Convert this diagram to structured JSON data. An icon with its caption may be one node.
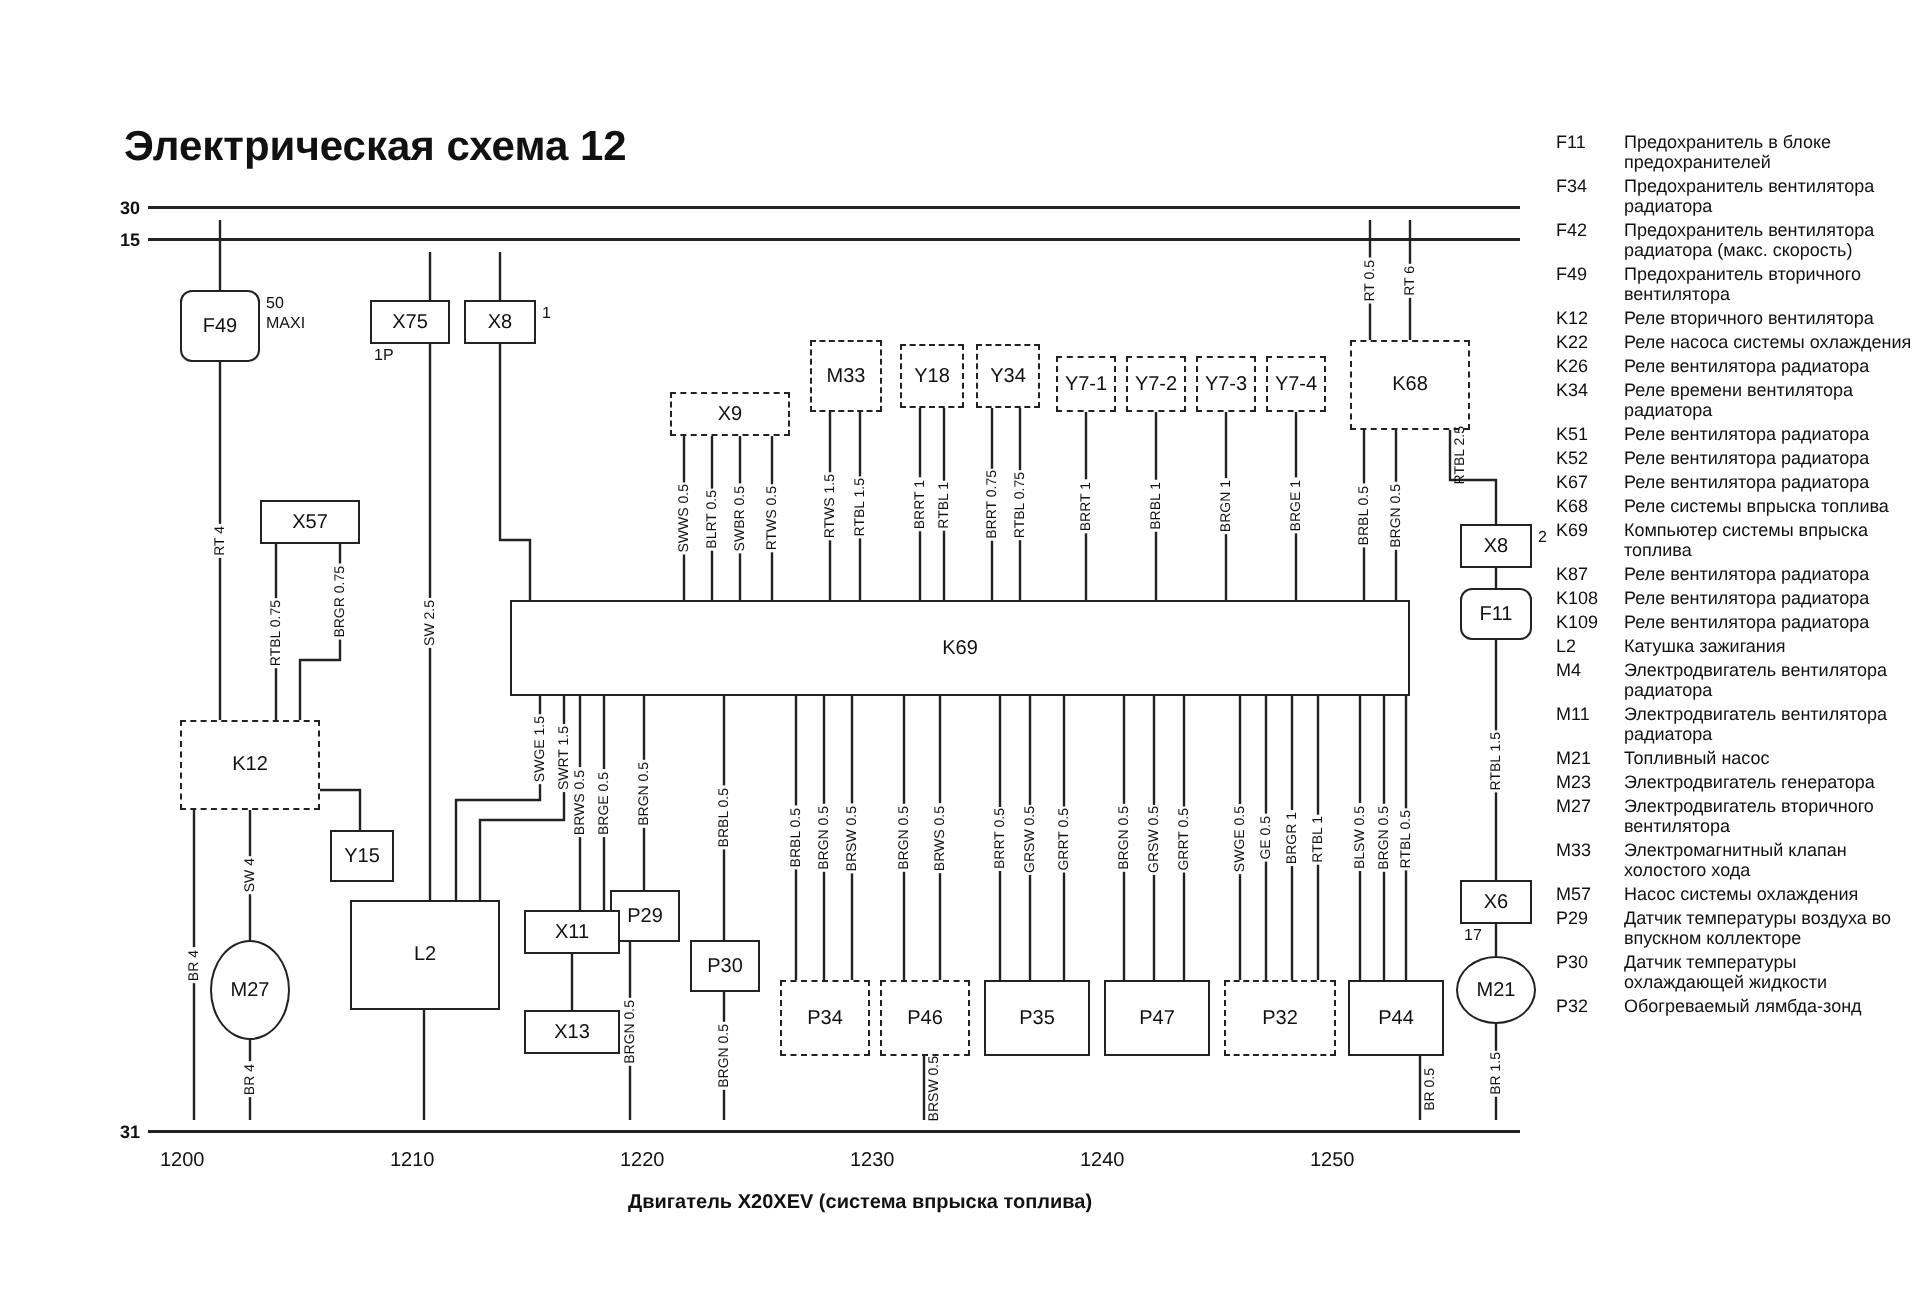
{
  "diagram": {
    "title": "Электрическая схема 12",
    "caption": "Двигатель X20XEV (система впрыска топлива)",
    "nodes": [
      {
        "text": [
          "30"
        ]
      },
      {
        "text": [
          "15"
        ]
      },
      {
        "text": [
          "31"
        ]
      },
      {
        "text": [
          "F49"
        ],
        "beside": [
          "50",
          "MAXI"
        ]
      },
      {
        "text": [
          "K12"
        ]
      },
      {
        "text": [
          "M27"
        ]
      },
      {
        "text": [
          "Y15"
        ]
      },
      {
        "text": [
          "X57"
        ]
      },
      {
        "text": [
          "K69"
        ]
      },
      {
        "text": [
          "L2"
        ]
      },
      {
        "text": [
          "P29"
        ]
      },
      {
        "text": [
          "P30"
        ]
      },
      {
        "text": [
          "X11"
        ]
      },
      {
        "text": [
          "X13"
        ]
      },
      {
        "text": [
          "P34"
        ]
      },
      {
        "text": [
          "P46"
        ]
      },
      {
        "text": [
          "P35"
        ]
      },
      {
        "text": [
          "P47"
        ]
      },
      {
        "text": [
          "P32"
        ]
      },
      {
        "text": [
          "P44"
        ]
      },
      {
        "text": [
          "M33"
        ]
      },
      {
        "text": [
          "Y18"
        ]
      },
      {
        "text": [
          "Y34"
        ]
      },
      {
        "text": [
          "Y7-1"
        ]
      },
      {
        "text": [
          "Y7-2"
        ]
      },
      {
        "text": [
          "Y7-3"
        ]
      },
      {
        "text": [
          "Y7-4"
        ]
      },
      {
        "text": [
          "K68"
        ]
      },
      {
        "text": [
          "X8"
        ],
        "beside": [
          "2"
        ]
      },
      {
        "text": [
          "F11"
        ]
      },
      {
        "text": [
          "X6"
        ],
        "beside": [
          "17"
        ]
      },
      {
        "text": [
          "M21"
        ]
      },
      {
        "text": [
          "X9"
        ]
      },
      {
        "text": [
          "X75"
        ],
        "beside": [
          "1P"
        ]
      },
      {
        "text": [
          "X8"
        ],
        "beside": [
          "1"
        ]
      }
    ],
    "edges": [
      {
        "from": 0,
        "to": 3,
        "arrow": "none"
      },
      {
        "from": 3,
        "to": 4,
        "arrow": "none",
        "label": "RT 4"
      },
      {
        "from": 4,
        "to": 5,
        "arrow": "none",
        "label": "SW 4"
      },
      {
        "from": 5,
        "to": 2,
        "arrow": "none",
        "label": "BR 4"
      },
      {
        "from": 4,
        "to": 2,
        "arrow": "none",
        "label": "BR 4"
      },
      {
        "from": 7,
        "to": 4,
        "arrow": "none",
        "label": "RTBL 0.75"
      },
      {
        "from": 7,
        "to": 4,
        "arrow": "none",
        "label": "BRGR 0.75"
      },
      {
        "from": 4,
        "to": 6,
        "arrow": "none"
      },
      {
        "from": 1,
        "to": 33,
        "arrow": "none"
      },
      {
        "from": 33,
        "to": 9,
        "arrow": "none",
        "label": "SW 2.5"
      },
      {
        "from": 1,
        "to": 34,
        "arrow": "none"
      },
      {
        "from": 34,
        "to": 8,
        "arrow": "none"
      },
      {
        "from": 8,
        "to": 9,
        "arrow": "none",
        "label": "SWGE 1.5"
      },
      {
        "from": 8,
        "to": 9,
        "arrow": "none",
        "label": "SWRT 1.5"
      },
      {
        "from": 9,
        "to": 2,
        "arrow": "none"
      },
      {
        "from": 8,
        "to": 12,
        "arrow": "none",
        "label": "BRWS 0.5"
      },
      {
        "from": 8,
        "to": 12,
        "arrow": "none",
        "label": "BRGE 0.5"
      },
      {
        "from": 12,
        "to": 13,
        "arrow": "none"
      },
      {
        "from": 8,
        "to": 10,
        "arrow": "none",
        "label": "BRGN 0.5"
      },
      {
        "from": 10,
        "to": 2,
        "arrow": "none",
        "label": "BRGN 0.5"
      },
      {
        "from": 8,
        "to": 11,
        "arrow": "none",
        "label": "BRBL 0.5"
      },
      {
        "from": 11,
        "to": 2,
        "arrow": "none",
        "label": "BRGN 0.5"
      },
      {
        "from": 8,
        "to": 14,
        "arrow": "none",
        "label": "BRBL 0.5"
      },
      {
        "from": 8,
        "to": 14,
        "arrow": "none",
        "label": "BRGN 0.5"
      },
      {
        "from": 8,
        "to": 14,
        "arrow": "none",
        "label": "BRSW 0.5"
      },
      {
        "from": 8,
        "to": 15,
        "arrow": "none",
        "label": "BRGN 0.5"
      },
      {
        "from": 8,
        "to": 15,
        "arrow": "none",
        "label": "BRWS 0.5"
      },
      {
        "from": 8,
        "to": 16,
        "arrow": "none",
        "label": "BRRT 0.5"
      },
      {
        "from": 8,
        "to": 16,
        "arrow": "none",
        "label": "GRSW 0.5"
      },
      {
        "from": 8,
        "to": 16,
        "arrow": "none",
        "label": "GRRT 0.5"
      },
      {
        "from": 8,
        "to": 17,
        "arrow": "none",
        "label": "BRGN 0.5"
      },
      {
        "from": 8,
        "to": 17,
        "arrow": "none",
        "label": "GRSW 0.5"
      },
      {
        "from": 8,
        "to": 17,
        "arrow": "none",
        "label": "GRRT 0.5"
      },
      {
        "from": 8,
        "to": 18,
        "arrow": "none",
        "label": "SWGE 0.5"
      },
      {
        "from": 8,
        "to": 18,
        "arrow": "none",
        "label": "GE 0.5"
      },
      {
        "from": 8,
        "to": 18,
        "arrow": "none",
        "label": "BRGR 1"
      },
      {
        "from": 8,
        "to": 18,
        "arrow": "none",
        "label": "RTBL 1"
      },
      {
        "from": 8,
        "to": 19,
        "arrow": "none",
        "label": "BLSW 0.5"
      },
      {
        "from": 8,
        "to": 19,
        "arrow": "none",
        "label": "BRGN 0.5"
      },
      {
        "from": 8,
        "to": 19,
        "arrow": "none",
        "label": "RTBL 0.5"
      },
      {
        "from": 19,
        "to": 2,
        "arrow": "none",
        "label": "BR 0.5"
      },
      {
        "from": 15,
        "to": 2,
        "arrow": "none",
        "label": "BRSW 0.5"
      },
      {
        "from": 20,
        "to": 8,
        "arrow": "none",
        "label": "RTWS 1.5"
      },
      {
        "from": 20,
        "to": 8,
        "arrow": "none",
        "label": "RTBL 1.5"
      },
      {
        "from": 32,
        "to": 8,
        "arrow": "none",
        "label": "SWWS 0.5"
      },
      {
        "from": 32,
        "to": 8,
        "arrow": "none",
        "label": "BLRT 0.5"
      },
      {
        "from": 32,
        "to": 8,
        "arrow": "none",
        "label": "SWBR 0.5"
      },
      {
        "from": 32,
        "to": 8,
        "arrow": "none",
        "label": "RTWS 0.5"
      },
      {
        "from": 21,
        "to": 8,
        "arrow": "none",
        "label": "BRRT 1"
      },
      {
        "from": 21,
        "to": 8,
        "arrow": "none",
        "label": "RTBL 1"
      },
      {
        "from": 22,
        "to": 8,
        "arrow": "none",
        "label": "BRRT 0.75"
      },
      {
        "from": 22,
        "to": 8,
        "arrow": "none",
        "label": "RTBL 0.75"
      },
      {
        "from": 23,
        "to": 8,
        "arrow": "none",
        "label": "BRRT 1"
      },
      {
        "from": 24,
        "to": 8,
        "arrow": "none",
        "label": "BRBL 1"
      },
      {
        "from": 25,
        "to": 8,
        "arrow": "none",
        "label": "BRGN 1"
      },
      {
        "from": 26,
        "to": 8,
        "arrow": "none",
        "label": "BRGE 1"
      },
      {
        "from": 0,
        "to": 27,
        "arrow": "none",
        "label": "RT 0.5"
      },
      {
        "from": 0,
        "to": 27,
        "arrow": "none",
        "label": "RT 6"
      },
      {
        "from": 27,
        "to": 8,
        "arrow": "none",
        "label": "BRBL 0.5"
      },
      {
        "from": 27,
        "to": 8,
        "arrow": "none",
        "label": "BRGN 0.5"
      },
      {
        "from": 27,
        "to": 28,
        "arrow": "none",
        "label": "RTBL 2.5"
      },
      {
        "from": 28,
        "to": 29,
        "arrow": "none"
      },
      {
        "from": 29,
        "to": 30,
        "arrow": "none",
        "label": "RTBL 1.5"
      },
      {
        "from": 30,
        "to": 31,
        "arrow": "none"
      },
      {
        "from": 31,
        "to": 2,
        "arrow": "none",
        "label": "BR 1.5"
      }
    ],
    "labels": [
      "1200",
      "1210",
      "1220",
      "1230",
      "1240",
      "1250",
      "F11",
      "Предохранитель в блоке предохранителей",
      "F34",
      "Предохранитель вентилятора радиатора",
      "F42",
      "Предохранитель вентилятора радиатора (макс. скорость)",
      "F49",
      "Предохранитель вторичного вентилятора",
      "K12",
      "Реле вторичного вентилятора",
      "K22",
      "Реле насоса системы охлаждения",
      "K26",
      "Реле вентилятора радиатора",
      "K34",
      "Реле времени вентилятора радиатора",
      "K51",
      "Реле вентилятора радиатора",
      "K52",
      "Реле вентилятора радиатора",
      "K67",
      "Реле вентилятора радиатора",
      "K68",
      "Реле системы впрыска топлива",
      "K69",
      "Компьютер системы впрыска топлива",
      "K87",
      "Реле вентилятора радиатора",
      "K108",
      "Реле вентилятора радиатора",
      "K109",
      "Реле вентилятора радиатора",
      "L2",
      "Катушка зажигания",
      "M4",
      "Электродвигатель вентилятора радиатора",
      "M11",
      "Электродвигатель вентилятора радиатора",
      "M21",
      "Топливный насос",
      "M23",
      "Электродвигатель генератора",
      "M27",
      "Электродвигатель вторичного вентилятора",
      "M33",
      "Электромагнитный клапан холостого хода",
      "M57",
      "Насос системы охлаждения",
      "P29",
      "Датчик температуры воздуха во впускном коллекторе",
      "P30",
      "Датчик температуры охлаждающей жидкости",
      "P32",
      "Обогреваемый лямбда-зонд"
    ]
  }
}
